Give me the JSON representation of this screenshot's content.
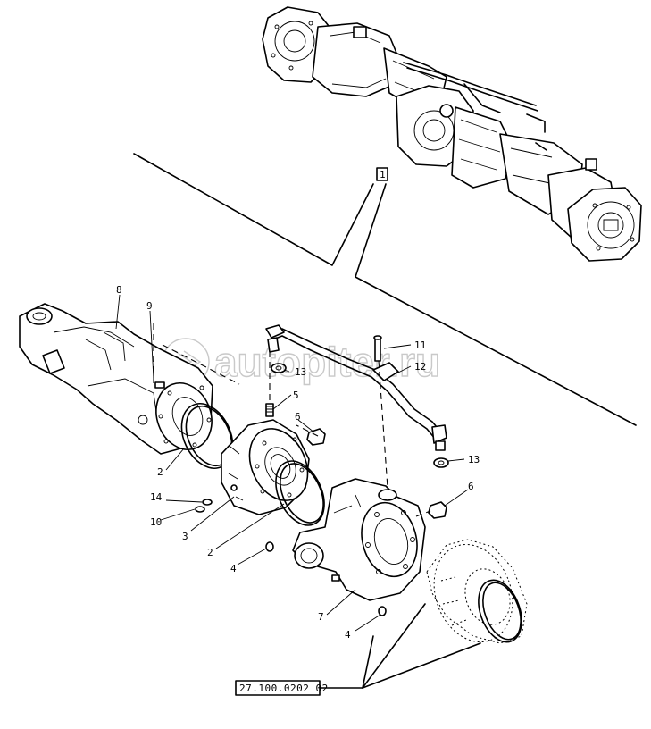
{
  "watermark": "autopiter.ru",
  "reference_box": "27.100.0202 02",
  "callouts": {
    "c1": "1",
    "c2a": "2",
    "c2b": "2",
    "c3": "3",
    "c4a": "4",
    "c4b": "4",
    "c5": "5",
    "c6a": "6",
    "c6b": "6",
    "c7": "7",
    "c8": "8",
    "c9": "9",
    "c10": "10",
    "c11": "11",
    "c12": "12",
    "c13a": "13",
    "c13b": "13",
    "c14": "14"
  }
}
